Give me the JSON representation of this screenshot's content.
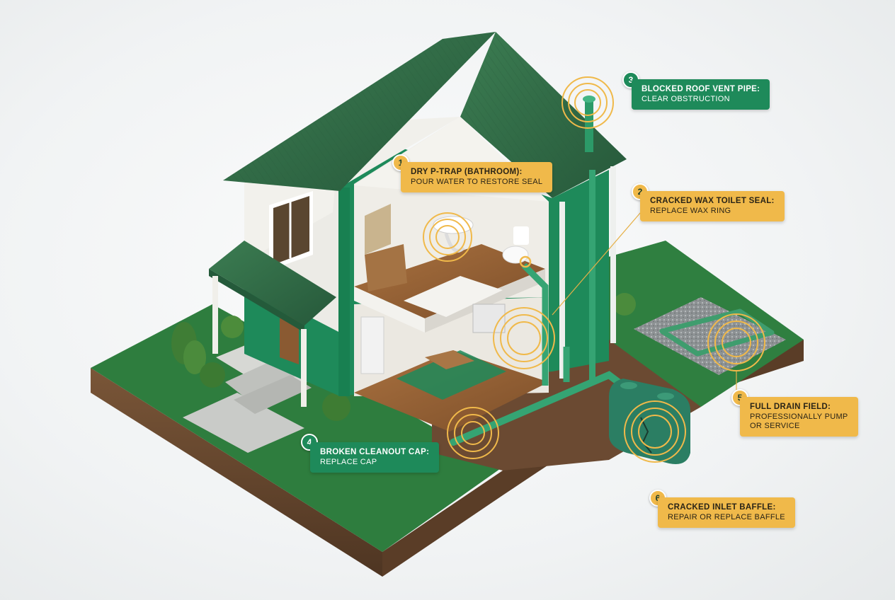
{
  "callouts": [
    {
      "number": "1",
      "title": "DRY P-TRAP (BATHROOM):",
      "detail": "POUR WATER TO RESTORE SEAL",
      "color": "#f0b94a"
    },
    {
      "number": "2",
      "title": "CRACKED WAX TOILET SEAL:",
      "detail": "REPLACE WAX RING",
      "color": "#f0b94a"
    },
    {
      "number": "3",
      "title": "BLOCKED ROOF VENT PIPE:",
      "detail": "CLEAR OBSTRUCTION",
      "color": "#1e8a5a"
    },
    {
      "number": "4",
      "title": "BROKEN CLEANOUT CAP:",
      "detail": "REPLACE CAP",
      "color": "#1e8a5a"
    },
    {
      "number": "5",
      "title": "FULL DRAIN FIELD:",
      "detail_line1": "PROFESSIONALLY PUMP",
      "detail_line2": "OR SERVICE",
      "color": "#f0b94a"
    },
    {
      "number": "6",
      "title": "CRACKED INLET BAFFLE:",
      "detail": "REPAIR OR REPLACE BAFFLE",
      "color": "#f0b94a"
    }
  ],
  "colors": {
    "house_green": "#1e8a5a",
    "roof_green": "#2f6b45",
    "callout_gold": "#f0b94a",
    "grass": "#2e7d3e",
    "soil": "#6b4a32"
  }
}
